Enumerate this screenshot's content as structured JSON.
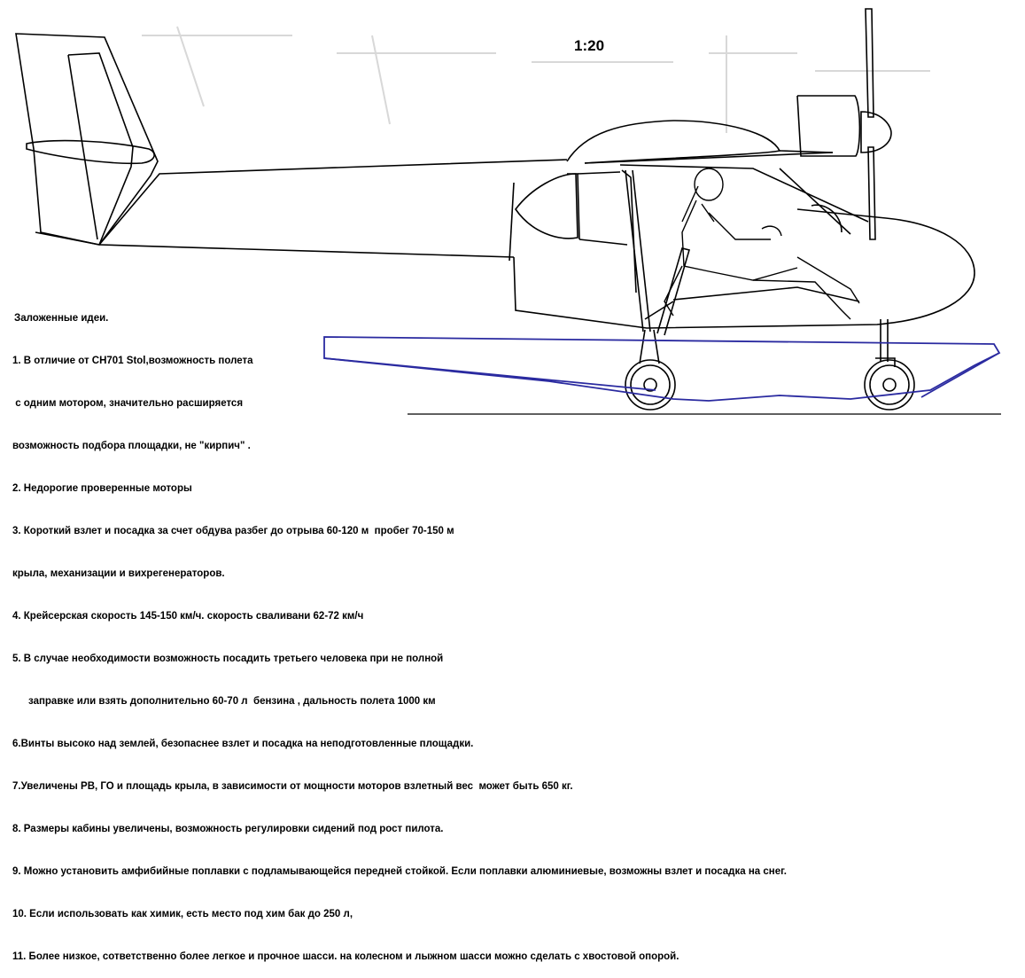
{
  "scale_label": "1:20",
  "notes": {
    "heading": "Заложенные идеи.",
    "lines": [
      "1. В отличие от CH701 Stol,возможность полета",
      " с одним мотором, значительно расширяется",
      "возможность подбора площадки, не \"кирпич\" .",
      "2. Недорогие проверенные моторы",
      "3. Короткий взлет и посадка за счет обдува разбег до отрыва 60-120 м  пробег 70-150 м",
      "крыла, механизации и вихрегенераторов.",
      "4. Крейсерская скорость 145-150 км/ч. скорость сваливани 62-72 км/ч",
      "5. В случае необходимости возможность посадить третьего человека при не полной",
      "заправке или взять дополнительно 60-70 л  бензина , дальность полета 1000 км",
      "6.Винты высоко над землей, безопаснее взлет и посадка на неподготовленные площадки.",
      "7.Увеличены РВ, ГО и площадь крыла, в зависимости от мощности моторов взлетный вес  может быть 650 кг.",
      "8. Размеры кабины увеличены, возможность регулировки сидений под рост пилота.",
      "9. Можно установить амфибийные поплавки с подламывающейся передней стойкой. Если поплавки алюминиевые, возможны взлет и посадка на снег.",
      "10. Если использовать как химик, есть место под хим бак до 250 л,",
      "11. Более низкое, сответственно более легкое и прочное шасси. на колесном и лыжном шасси можно сделать с хвостовой опорой."
    ]
  },
  "colors": {
    "line": "#000000",
    "float_outline": "#2a2aa0",
    "ground": "#000000"
  }
}
